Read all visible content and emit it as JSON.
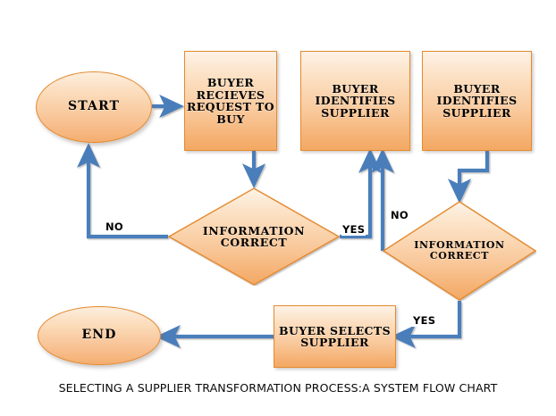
{
  "diagram": {
    "type": "flowchart",
    "caption": "SELECTING A SUPPLIER TRANSFORMATION PROCESS:A SYSTEM FLOW CHART",
    "colors": {
      "node_fill_light": "#FDF3E7",
      "node_fill_dark": "#F3A964",
      "node_border": "#E58A2E",
      "connector": "#4A7EBB",
      "text": "#000000",
      "background": "#FFFFFF"
    },
    "nodes": [
      {
        "id": "start",
        "shape": "ellipse",
        "label": "START"
      },
      {
        "id": "receives",
        "shape": "process",
        "label": "BUYER RECIEVES REQUEST TO BUY"
      },
      {
        "id": "ident1",
        "shape": "process",
        "label": "BUYER IDENTIFIES SUPPLIER"
      },
      {
        "id": "ident2",
        "shape": "process",
        "label": "BUYER IDENTIFIES SUPPLIER"
      },
      {
        "id": "dec1",
        "shape": "decision",
        "label": "INFORMATION CORRECT"
      },
      {
        "id": "dec2",
        "shape": "decision",
        "label": "INFORMATION CORRECT"
      },
      {
        "id": "selects",
        "shape": "process",
        "label": "BUYER SELECTS SUPPLIER"
      },
      {
        "id": "end",
        "shape": "ellipse",
        "label": "END"
      }
    ],
    "edge_labels": {
      "dec1_no": "NO",
      "dec1_yes": "YES",
      "dec2_no": "NO",
      "dec2_yes": "YES"
    },
    "edges": [
      {
        "from": "start",
        "to": "receives",
        "label": ""
      },
      {
        "from": "receives",
        "to": "dec1",
        "label": ""
      },
      {
        "from": "dec1",
        "to": "start",
        "label": "NO"
      },
      {
        "from": "dec1",
        "to": "ident1",
        "label": "YES"
      },
      {
        "from": "ident2",
        "to": "dec2",
        "label": ""
      },
      {
        "from": "dec2",
        "to": "ident1",
        "label": "NO"
      },
      {
        "from": "dec2",
        "to": "selects",
        "label": "YES"
      },
      {
        "from": "selects",
        "to": "end",
        "label": ""
      }
    ]
  }
}
